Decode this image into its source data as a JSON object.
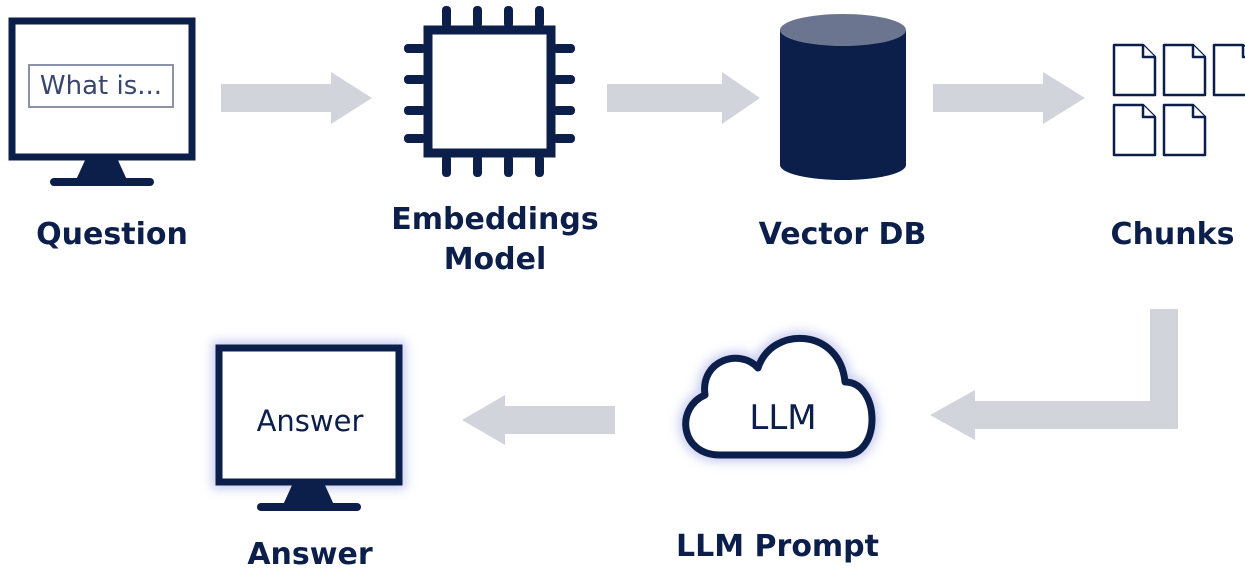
{
  "colors": {
    "navy": "#0b1f4a",
    "arrow_gray": "#d2d4dc",
    "field_border": "#8b93ab",
    "glow": "#c9cdf0"
  },
  "nodes": {
    "question": {
      "label": "Question",
      "input_text": "What is...",
      "icon": "monitor-icon"
    },
    "embeddings": {
      "label_line1": "Embeddings",
      "label_line2": "Model",
      "icon": "chip-icon"
    },
    "vector_db": {
      "label": "Vector DB",
      "icon": "database-cylinder-icon"
    },
    "chunks": {
      "label": "Chunks",
      "icon": "documents-icon"
    },
    "llm": {
      "label": "LLM Prompt",
      "cloud_text": "LLM",
      "icon": "cloud-icon"
    },
    "answer": {
      "label": "Answer",
      "screen_text": "Answer",
      "icon": "monitor-icon"
    }
  }
}
